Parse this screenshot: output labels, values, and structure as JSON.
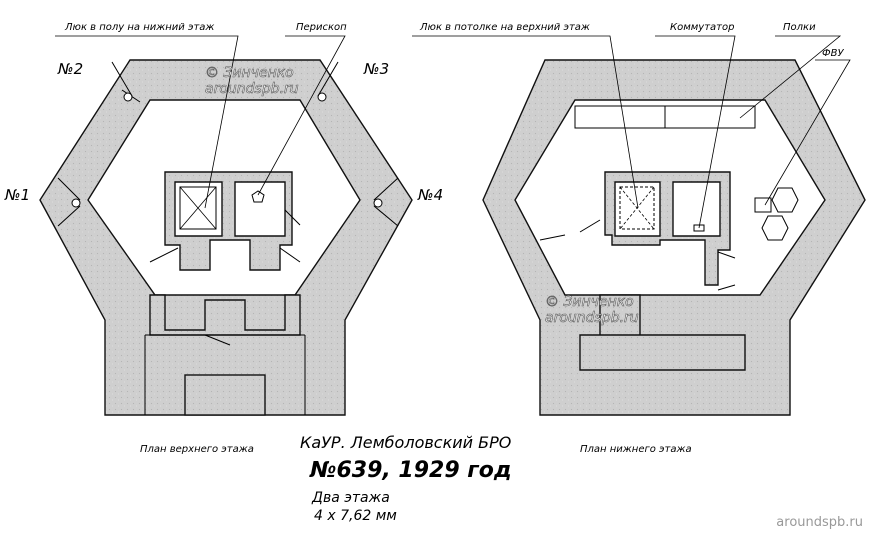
{
  "upper_plan": {
    "caption": "План верхнего этажа",
    "callouts": {
      "hatch_floor": "Люк в полу на нижний этаж",
      "periscope": "Перископ"
    },
    "embrasures": [
      "№1",
      "№2",
      "№3",
      "№4"
    ]
  },
  "lower_plan": {
    "caption": "План нижнего этажа",
    "callouts": {
      "hatch_ceiling": "Люк в потолке на верхний этаж",
      "switchboard": "Коммутатор",
      "shelves": "Полки",
      "fvu": "ФВУ"
    }
  },
  "watermark": {
    "line1": "© Зинченко",
    "line2": "aroundspb.ru"
  },
  "title": {
    "line1": "КаУР. Лемболовский БРО",
    "line2": "№639, 1929 год"
  },
  "description": {
    "line1": "Два этажа",
    "line2": "4 х 7,62 мм"
  },
  "site": "aroundspb.ru",
  "colors": {
    "wall_fill": "#cfcfcf",
    "line": "#000000",
    "site_text": "#999999"
  }
}
